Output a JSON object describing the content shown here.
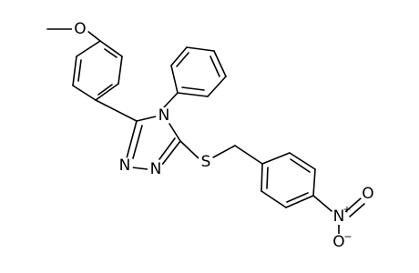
{
  "molecule": {
    "atoms": {
      "ome_o": {
        "label": "O"
      },
      "n4": {
        "label": "N"
      },
      "n1": {
        "label": "N"
      },
      "n2": {
        "label": "N"
      },
      "s": {
        "label": "S"
      },
      "nitro_n": {
        "label": "N",
        "charge": "+"
      },
      "nitro_o1": {
        "label": "O"
      },
      "nitro_o2": {
        "label": "O",
        "charge": "−"
      }
    }
  },
  "colors": {
    "bond": "#000000",
    "label": "#000000",
    "background": "#ffffff"
  }
}
